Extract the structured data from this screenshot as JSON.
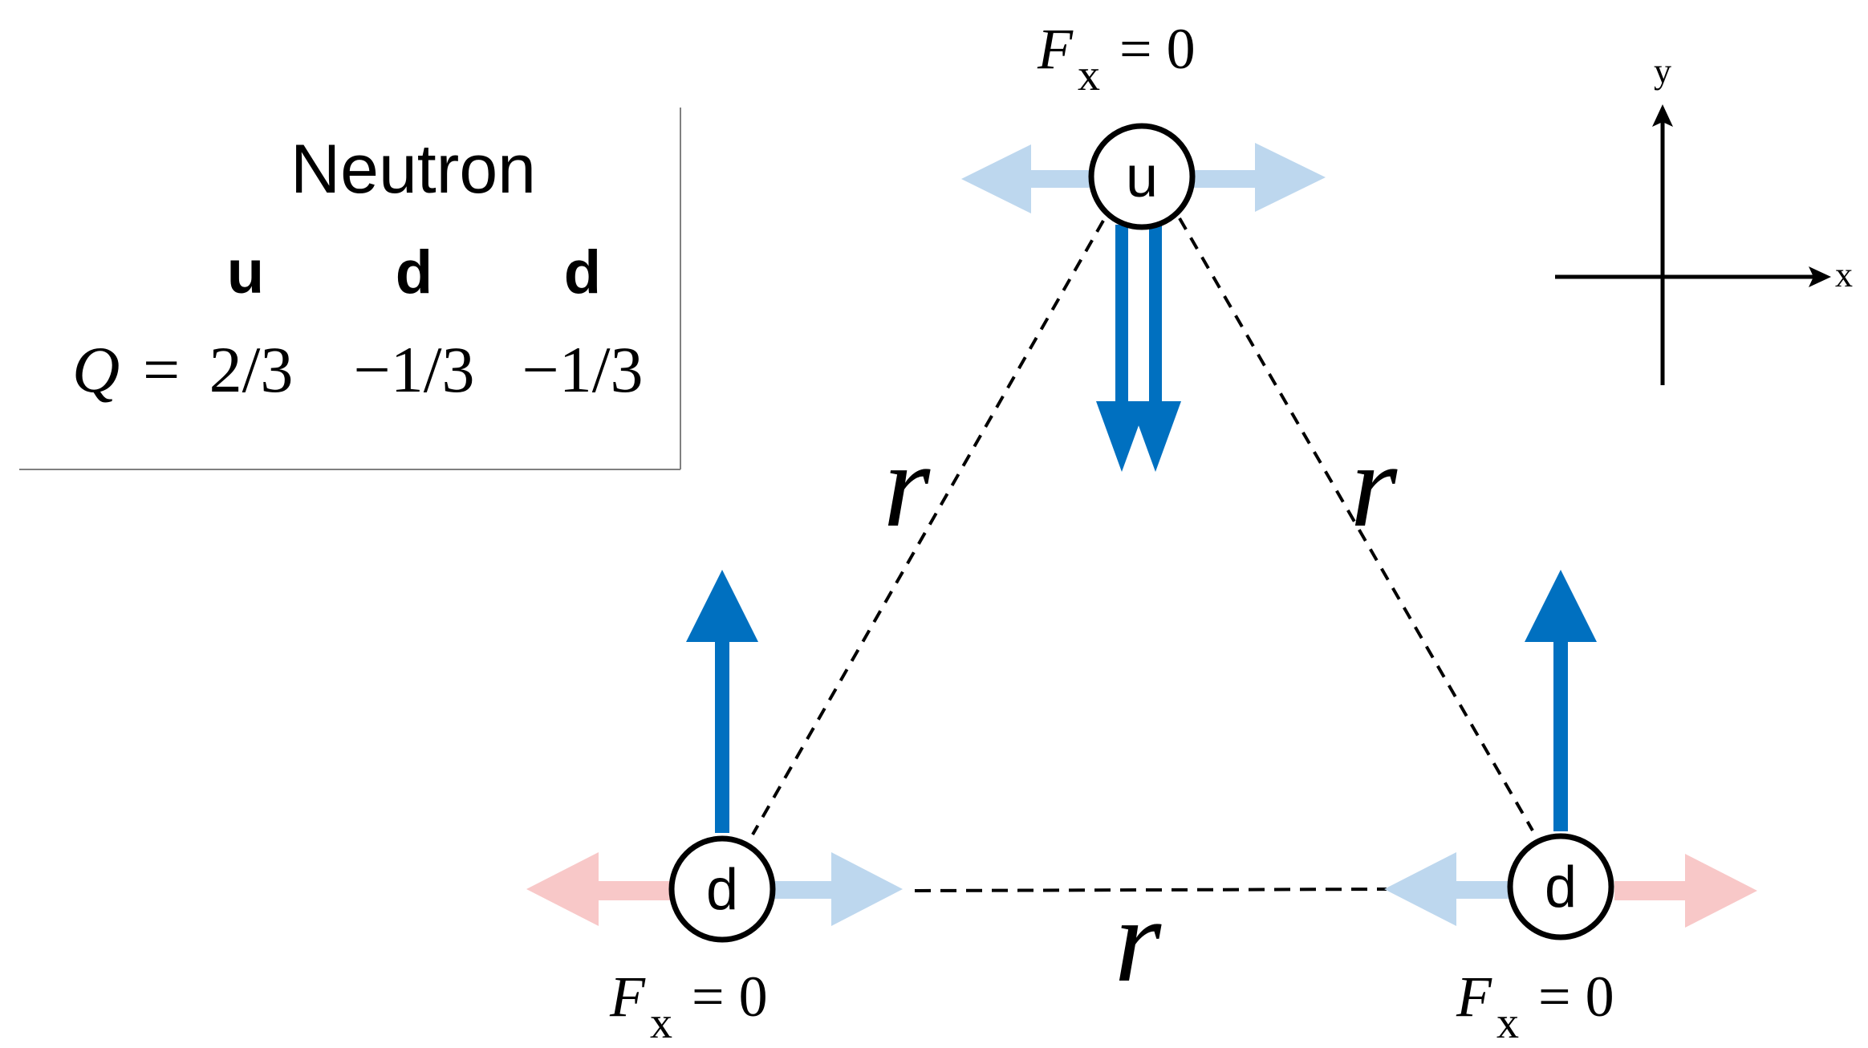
{
  "legend": {
    "title": "Neutron",
    "quarks": [
      "u",
      "d",
      "d"
    ],
    "charge_symbol": "Q",
    "charge_eq": "=",
    "charges": [
      "2/3",
      "−1/3",
      "−1/3"
    ]
  },
  "axes": {
    "x_label": "x",
    "y_label": "y"
  },
  "quarks": {
    "top": {
      "label": "u",
      "force_symbol": "F",
      "force_sub": "x",
      "force_value": "= 0"
    },
    "bottom_left": {
      "label": "d",
      "force_symbol": "F",
      "force_sub": "x",
      "force_value": "= 0"
    },
    "bottom_right": {
      "label": "d",
      "force_symbol": "F",
      "force_sub": "x",
      "force_value": "= 0"
    }
  },
  "distances": {
    "left": "r",
    "right": "r",
    "bottom": "r"
  },
  "colors": {
    "strong_blue": "#0070C0",
    "light_blue": "#BDD7EE",
    "light_red": "#F8C8C8",
    "line": "#000000"
  }
}
